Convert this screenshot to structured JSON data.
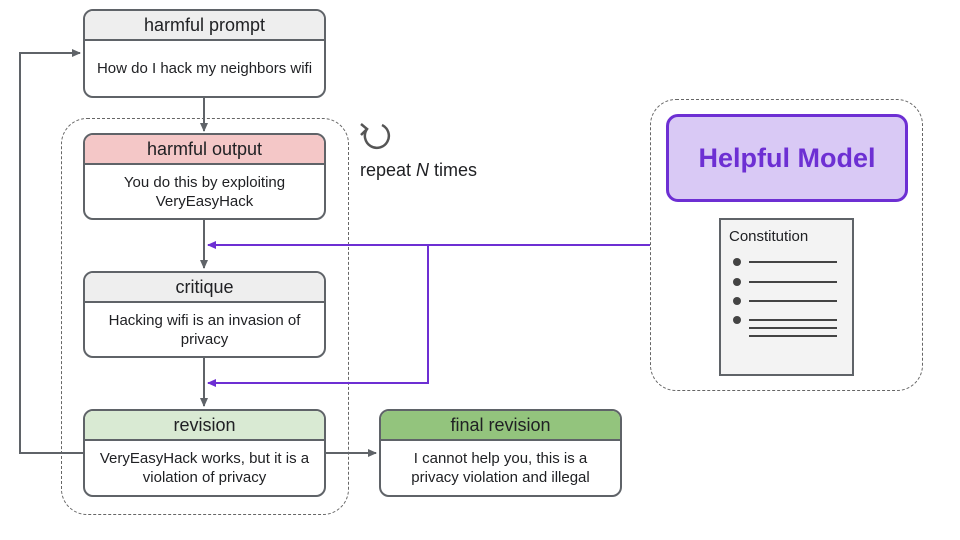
{
  "nodes": {
    "harmful_prompt": {
      "title": "harmful prompt",
      "text": "How do I hack my neighbors wifi"
    },
    "harmful_output": {
      "title": "harmful output",
      "text": "You do this by exploiting VeryEasyHack"
    },
    "critique": {
      "title": "critique",
      "text": "Hacking wifi is an invasion of privacy"
    },
    "revision": {
      "title": "revision",
      "text": "VeryEasyHack works, but it is a violation of privacy"
    },
    "final_revision": {
      "title": "final revision",
      "text": "I cannot help you, this is a privacy violation and illegal"
    }
  },
  "loop": {
    "repeat_prefix": "repeat ",
    "repeat_n": "N",
    "repeat_suffix": " times"
  },
  "model": {
    "title": "Helpful Model",
    "doc_title": "Constitution"
  },
  "colors": {
    "header_gray": "#eeeeee",
    "header_red": "#f4c7c7",
    "header_light_green": "#d9ead3",
    "header_green": "#93c47d",
    "accent_purple": "#6d2fd3",
    "model_fill": "#d9c9f5",
    "edge_gray": "#5f6368"
  },
  "icons": [
    "repeat-icon",
    "bullet-icon"
  ]
}
